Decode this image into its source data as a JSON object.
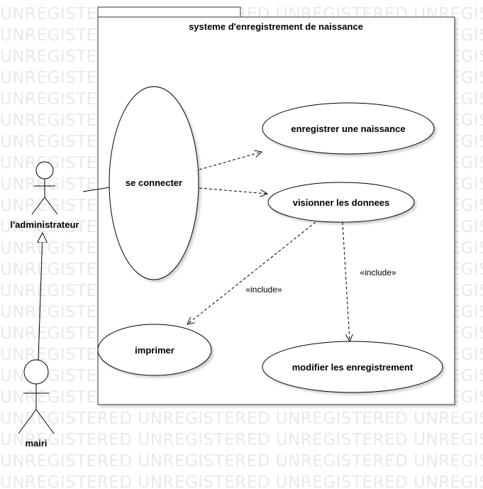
{
  "watermark_text": "UNREGISTERED",
  "system": {
    "title": "systeme d'enregistrement de naissance"
  },
  "actors": {
    "admin": {
      "label": "l'administrateur"
    },
    "mairi": {
      "label": "mairi"
    }
  },
  "use_cases": {
    "login": "se connecter",
    "register": "enregistrer une naissance",
    "view": "visionner les donnees",
    "print": "imprimer",
    "edit": "modifier les enregistrement"
  },
  "relations": {
    "include_print": "«include»",
    "include_edit": "«include»"
  }
}
